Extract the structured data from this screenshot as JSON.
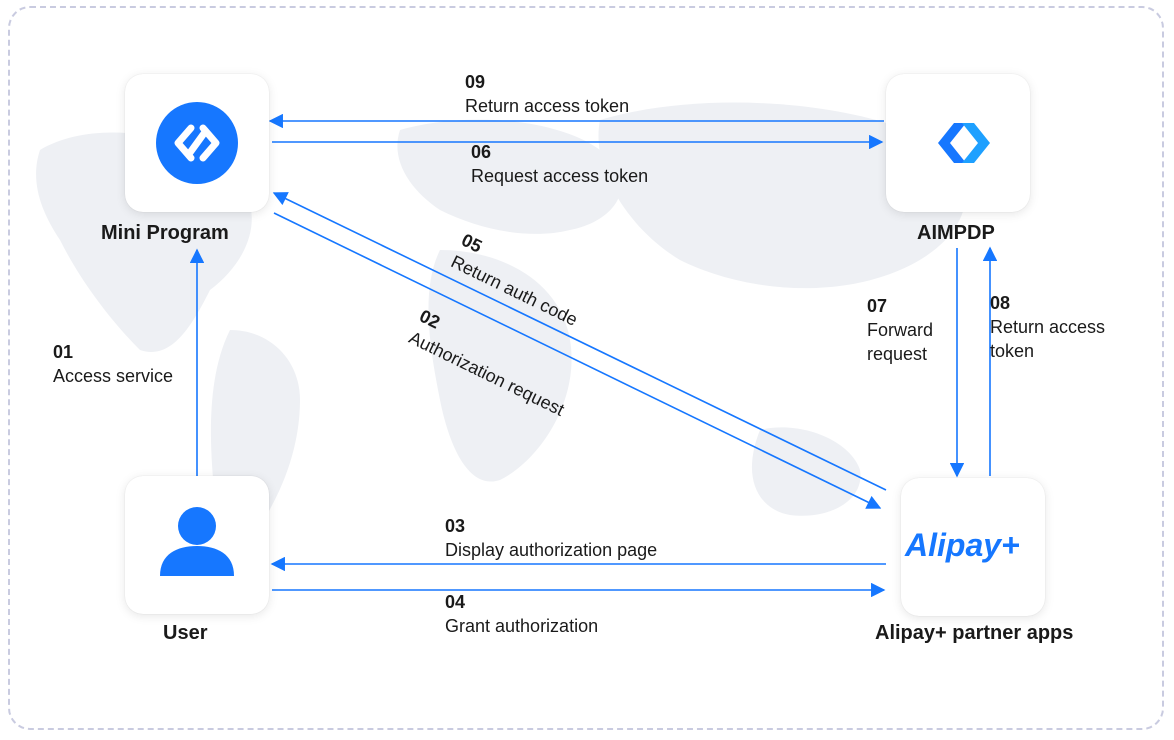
{
  "nodes": {
    "mini_program": "Mini Program",
    "aimpdp": "AIMPDP",
    "user": "User",
    "alipay": "Alipay+ partner apps"
  },
  "alipay_logo_text": "Alipay+",
  "steps": {
    "s01": {
      "num": "01",
      "text": "Access service"
    },
    "s02": {
      "num": "02",
      "text": "Authorization request"
    },
    "s03": {
      "num": "03",
      "text": "Display authorization page"
    },
    "s04": {
      "num": "04",
      "text": "Grant authorization"
    },
    "s05": {
      "num": "05",
      "text": "Return auth code"
    },
    "s06": {
      "num": "06",
      "text": "Request access token"
    },
    "s07": {
      "num": "07",
      "text1": "Forward",
      "text2": "request"
    },
    "s08": {
      "num": "08",
      "text1": "Return access",
      "text2": "token"
    },
    "s09": {
      "num": "09",
      "text": "Return access token"
    }
  },
  "colors": {
    "arrow": "#1677ff",
    "accent": "#1677ff",
    "frame": "#c9cbe0",
    "map": "#eef0f4"
  }
}
